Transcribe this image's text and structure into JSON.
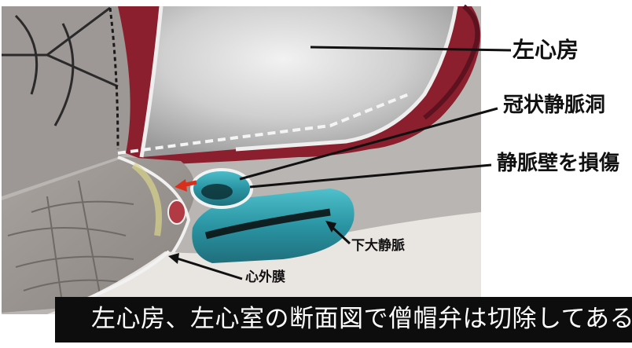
{
  "labels": {
    "left_atrium": "左心房",
    "coronary_sinus": "冠状静脈洞",
    "vein_wall_damage": "静脈壁を損傷",
    "inferior_vena_cava": "下大静脈",
    "pericardium": "心外膜"
  },
  "caption": "左心房、左心室の断面図で僧帽弁は切除してある",
  "colors": {
    "myocardium": "#8c1f2e",
    "atrium_wall": "#d8d8d8",
    "vessel": "#2fa0ad",
    "caption_bg": "#0d0d0d",
    "arrow_red": "#d9301e"
  }
}
